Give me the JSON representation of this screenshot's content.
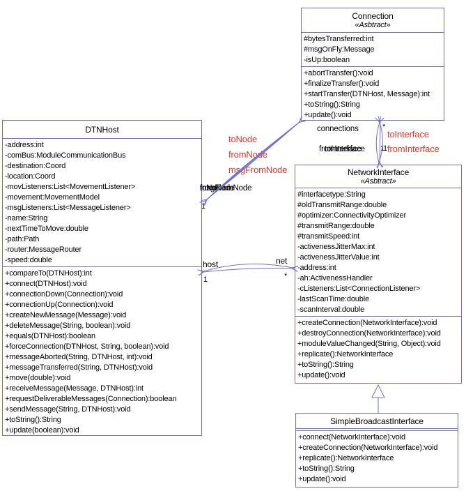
{
  "colors": {
    "line": "#6e6ec8",
    "red_label": "#e8352e",
    "text": "#000000",
    "background": "#ffffff"
  },
  "classes": {
    "connection": {
      "name": "Connection",
      "stereotype": "«Asbtract»",
      "attributes": [
        "#bytesTransferred:int",
        "#msgOnFly:Message",
        "-isUp:boolean"
      ],
      "methods": [
        "+abortTransfer():void",
        "+finalizeTransfer():void",
        "+startTransfer(DTNHost, Message):int",
        "+toString():String",
        "+update():void"
      ]
    },
    "dtnhost": {
      "name": "DTNHost",
      "attributes": [
        "-address:int",
        "-comBus:ModuleCommunicationBus",
        "-destination:Coord",
        "-location:Coord",
        "-movListeners:List<MovementListener>",
        "-movement:MovementModel",
        "-msgListeners:List<MessageListener>",
        "-name:String",
        "-nextTimeToMove:double",
        "-path:Path",
        "-router:MessageRouter",
        "-speed:double"
      ],
      "methods": [
        "+compareTo(DTNHost):int",
        "+connect(DTNHost):void",
        "+connectionDown(Connection):void",
        "+connectionUp(Connection):void",
        "+createNewMessage(Message):void",
        "+deleteMessage(String, boolean):void",
        "+equals(DTNHost):boolean",
        "+forceConnection(DTNHost, String, boolean):void",
        "+messageAborted(String, DTNHost, int):void",
        "+messageTransferred(String, DTNHost):void",
        "+move(double):void",
        "+receiveMessage(Message, DTNHost):int",
        "+requestDeliverableMessages(Connection):boolean",
        "+sendMessage(String, DTNHost):void",
        "+toString():String",
        "+update(boolean):void"
      ]
    },
    "networkinterface": {
      "name": "NetworkInterface",
      "stereotype": "«Asbtract»",
      "attributes": [
        "#interfacetype:String",
        "#oldTransmitRange:double",
        "#optimizer:ConnectivityOptimizer",
        "#transmitRange:double",
        "#transmitSpeed:int",
        "-activenessJitterMax:int",
        "-activenessJitterValue:int",
        "-address:int",
        "-ah:ActivenessHandler",
        "-cListeners:List<ConnectionListener>",
        "-lastScanTime:double",
        "-scanInterval:double"
      ],
      "methods": [
        "+createConnection(NetworkInterface):void",
        "+destroyConnection(NetworkInterface):void",
        "+moduleValueChanged(String, Object):void",
        "+replicate():NetworkInterface",
        "+toString():String",
        "+update():void"
      ]
    },
    "simplebroadcastinterface": {
      "name": "SimpleBroadcastInterface",
      "attributes": [],
      "methods": [
        "+connect(NetworkInterface):void",
        "+createConnection(NetworkInterface):void",
        "+replicate():NetworkInterface",
        "+toString():String",
        "+update():void"
      ]
    }
  },
  "associations": {
    "dtnhost_connection": {
      "red_labels": [
        "toNode",
        "fromNode",
        "msgFromNode"
      ],
      "end_role_labels": [
        "toNode",
        "fromNode",
        "msgFromNode"
      ],
      "multiplicity_one": "1"
    },
    "connection_networkinterface": {
      "role_label": "connections",
      "multiplicity_many": "*",
      "red_labels": [
        "toInterface",
        "fromInterface"
      ],
      "end_role_labels": [
        "fromInterface",
        "toInterface"
      ],
      "multiplicity_one_a": "1",
      "multiplicity_one_b": "1"
    },
    "dtnhost_networkinterface": {
      "role_host": "host",
      "multiplicity_host": "1",
      "role_net": "net",
      "multiplicity_net": "*"
    }
  }
}
